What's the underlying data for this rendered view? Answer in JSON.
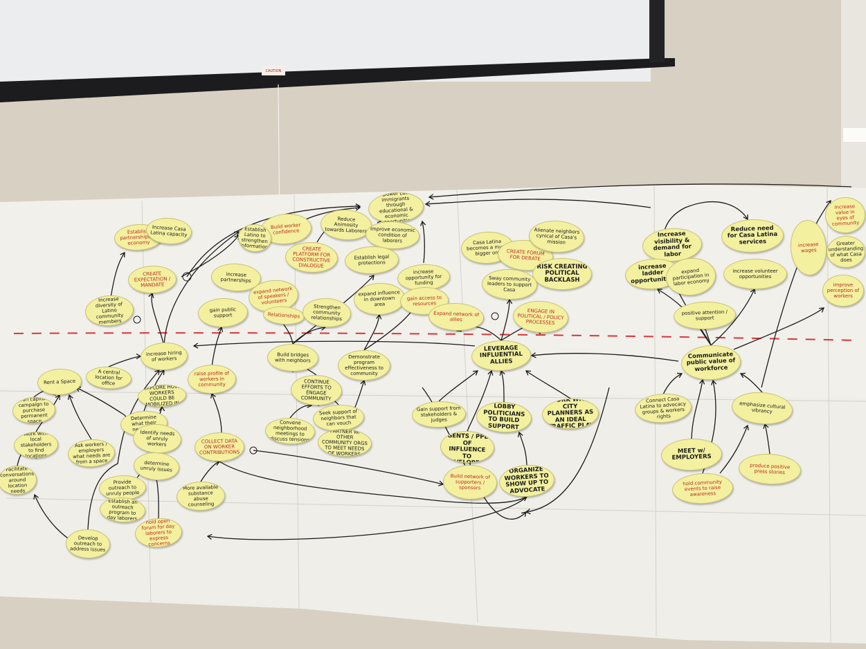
{
  "colors": {
    "wall": "#d8d1c3",
    "paper": "#f2f1ec",
    "note": "#f3f0a0",
    "divider": "#d9343a",
    "ink": "#1a1a1a",
    "red_ink": "#c0281e"
  },
  "screen": {
    "warning_label": "CAUTION"
  },
  "notes": {
    "establish_partnerships": "Establish partnerships to economy",
    "increase_casa_latina": "Increase Casa Latina capacity",
    "create_expectation": "CREATE EXPECTATION / MANDATE",
    "increase_partnerships": "increase partnerships",
    "increase_diversity": "Increase diversity of Latino community members",
    "gain_public_support": "gain public support",
    "build_worker_confidence": "Build worker confidence",
    "establish_info": "Establish Latino to strengthen information",
    "create_platform": "CREATE PLATFORM FOR CONSTRUCTIVE DIALOGUE",
    "reduce_animosity": "Reduce Animosity towards Laborers",
    "empower_latino": "Empower Latino immigrants through educational & economic opportunities",
    "improve_economic": "Improve economic condition of laborers",
    "establish_legal": "Establish legal protections",
    "expand_network": "expand network of speakers / volunteers",
    "relationships": "Relationships",
    "strengthen_community": "Strengthen community relationships",
    "expand_influence": "expand influence in downtown area",
    "increase_funding": "increase opportunity for funding",
    "gain_access": "gain access to resources",
    "expand_allies": "Expand network of allies",
    "casa_latina": "Casa Latina becomes a much bigger org",
    "create_forum": "CREATE FORUM FOR DEBATE",
    "alienate_neighbors": "Alienate neighbors cynical of Casa's mission",
    "risk_backlash": "RISK CREATING POLITICAL BACKLASH",
    "sway_leaders": "Sway community leaders to support Casa",
    "engage_political": "ENGAGE IN POLITICAL / POLICY PROCESSES",
    "increase_visibility": "Increase visibility & demand for labor",
    "reduce_need": "Reduce need for Casa Latina services",
    "increase_ladder": "increase ladder opportunities",
    "expand_education": "expand participation in labor economy",
    "increase_volunteer": "increase volunteer opportunities",
    "increase_wages": "increase wages",
    "increase_value": "increase value in eyes of community",
    "greater_understanding": "Greater understanding of what Casa does",
    "improve_perception": "improve perception of workers",
    "pos_attention": "positive attention / support",
    "increase_hiring": "increase hiring of workers",
    "build_bridges": "Build bridges with neighbors",
    "demonstrate_effectiveness": "Demonstrate program effectiveness to community",
    "leverage_allies": "LEVERAGE INFLUENTIAL ALLIES",
    "communicate_value": "Communicate public value of workforce",
    "rent_space": "Rent a Space",
    "central_location": "A central location for office",
    "capital_campaign": "run capital campaign to purchase permanent space",
    "raise_profile": "raise profile of workers in community",
    "explore_needs": "EXPLORE HOW WORKERS COULD BE MOBILIZED IN",
    "continue_efforts": "CONTINUE EFFORTS TO ENGAGE COMMUNITY",
    "determine_needs": "Determine what their needs are",
    "identify_needs": "Identify needs of unruly workers",
    "convene_meetings": "Convene neighborhood meetings to discuss tensions",
    "seek_support": "Seek support of neighbors that can vouch",
    "partner_orgs": "PARTNER W/ OTHER COMMUNITY ORGS TO MEET NEEDS OF WORKERS",
    "stakeholders_locations": "Work with local stakeholders to find locations",
    "ask_workers": "Ask workers / employers what needs are from a space",
    "determine_issues": "determine unruly issues",
    "collect_data": "COLLECT DATA ON WORKER CONTRIBUTIONS",
    "gain_support_judges": "Gain support from stakeholders & judges",
    "lobby_politicians": "LOBBY POLITICIANS TO BUILD SUPPORT",
    "work_city_planners": "WORK WITH CITY PLANNERS AS AN IDEAL TRAFFIC PLAY",
    "identify_gents": "IDENTIFY GENTS / PPL OF INFLUENCE TO DEVELOPERS",
    "connect_casa": "Connect Casa Latina to advocacy groups & workers rights",
    "emphasize_cultural": "emphasize cultural vibrancy",
    "meet_employers": "MEET w/ EMPLOYERS",
    "hold_events": "hold community events to raise awareness",
    "produce_press": "produce positive press stories",
    "conversations": "Facilitate conversations around location needs",
    "provide_outreach": "Provide outreach to unruly people",
    "outreach_program": "Establish an outreach program to day laborers",
    "substance_abuse": "More available substance abuse counseling",
    "open_forum": "hold open forum for day laborers to express concerns",
    "develop_outreach": "Develop outreach to address issues",
    "build_network": "Build network of supporters / sponsors",
    "organize_workers": "ORGANIZE WORKERS TO SHOW UP TO ADVOCATE"
  }
}
